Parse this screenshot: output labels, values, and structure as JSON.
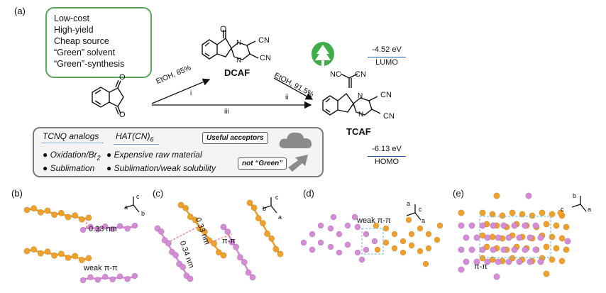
{
  "panel_a": {
    "label": "(a)",
    "green_box_items": [
      "Low-cost",
      "High-yield",
      "Cheap source",
      "“Green” solvent",
      "“Green”-synthesis"
    ],
    "reagent1": "EtOH, 85%",
    "step1": "i",
    "intermediate_label": "DCAF",
    "reagent2": "EtOH, 91.5%",
    "step2": "ii",
    "step3": "iii",
    "product_label": "TCAF",
    "lumo_value": "-4.52 eV",
    "lumo_label": "LUMO",
    "homo_value": "-6.13 eV",
    "homo_label": "HOMO",
    "atom_O": "O",
    "atom_N": "N",
    "cn": "CN",
    "nc": "NC",
    "gray_box": {
      "head1": "TCNQ analogs",
      "head2": "HAT(CN)",
      "head2_sub": "6",
      "useful": "Useful acceptors",
      "item1": "Oxidation/Br",
      "item1_sub": "2",
      "item2": "Sublimation",
      "item3": "Expensive raw material",
      "item4": "Sublimation/weak solubility",
      "not_green": "not “Green”"
    }
  },
  "panel_b": {
    "label": "(b)",
    "distance": "0.33 nm",
    "interaction": "weak π-π",
    "axes": [
      "c",
      "a",
      "b"
    ]
  },
  "panel_c": {
    "label": "(c)",
    "distance1": "0.33 nm",
    "distance2": "0.34 nm",
    "interaction": "π-π",
    "axes": [
      "c",
      "b",
      "a"
    ]
  },
  "panel_d": {
    "label": "(d)",
    "interaction": "weak π-π",
    "axes": [
      "a",
      "c",
      "a"
    ]
  },
  "panel_e": {
    "label": "(e)",
    "interaction": "π-π",
    "axes": [
      "b",
      "c",
      "a"
    ]
  },
  "colors": {
    "orange": "#f0a12a",
    "pink": "#d58bd6",
    "green": "#5aa55a",
    "blue": "#1f5fb0",
    "gray": "#7a7a7a"
  }
}
